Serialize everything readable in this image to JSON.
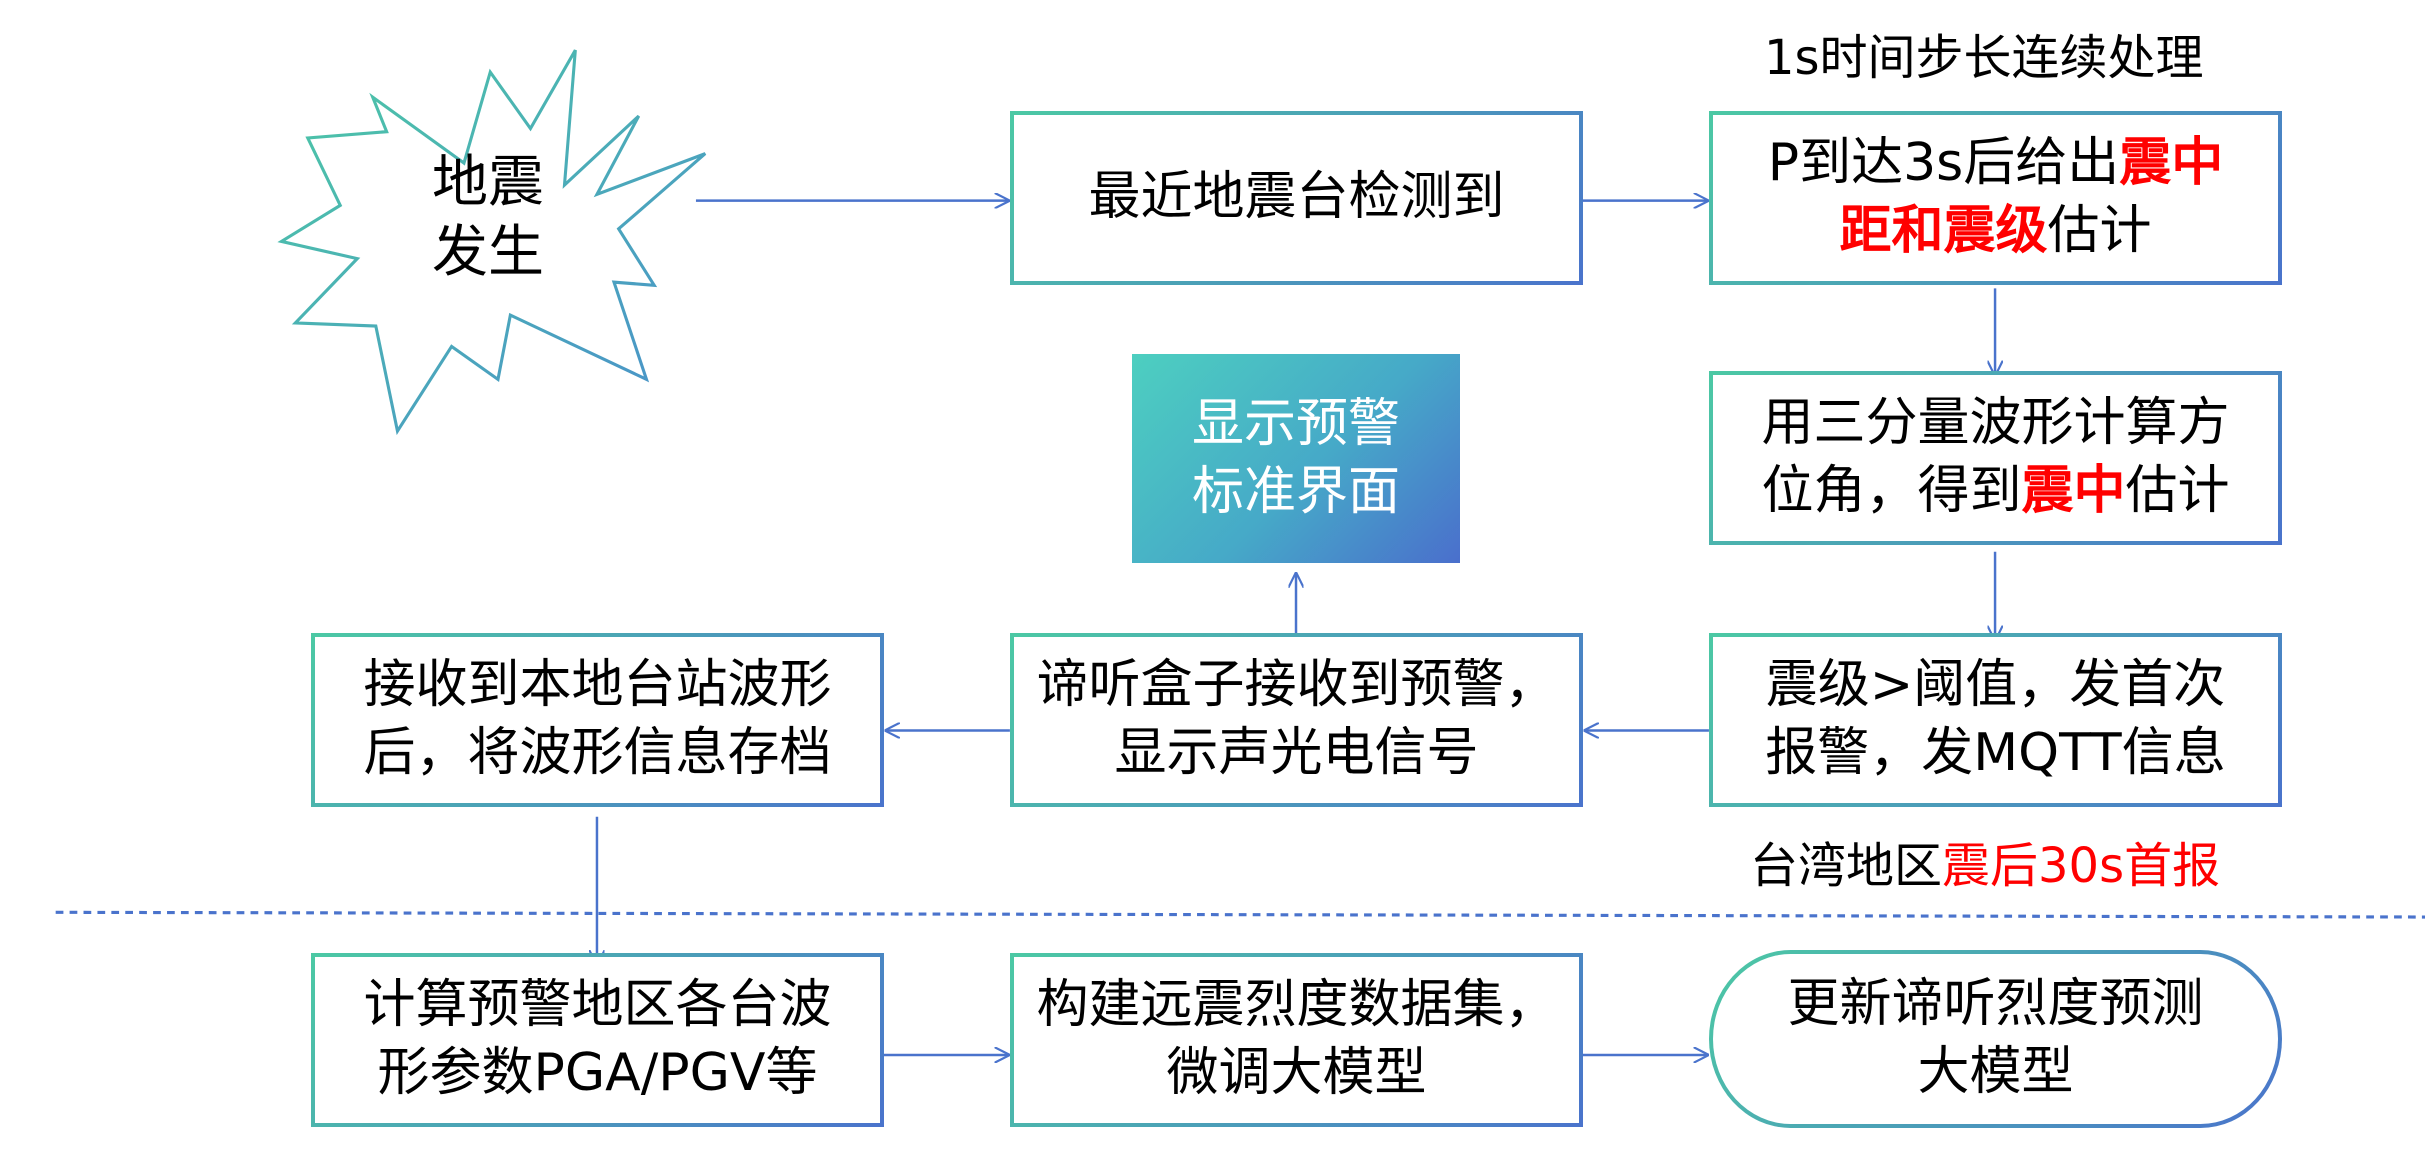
{
  "colors": {
    "border_gradient": [
      "#4cc9a4",
      "#4a73cc"
    ],
    "arrow": "#4a73cc",
    "highlight": "#ff0000",
    "teal_box": [
      "#4dcfc0",
      "#4a6fcc"
    ]
  },
  "annotations": {
    "top_right": "1s时间步长连续处理",
    "bottom_right_prefix": "台湾地区",
    "bottom_right_highlight": "震后30s首报"
  },
  "nodes": {
    "earthquake": {
      "line1": "地震",
      "line2": "发生"
    },
    "detect": {
      "text": "最近地震台检测到"
    },
    "estimate": {
      "line1_plain": "P到达3s后给出",
      "line1_red": "震中",
      "line2_red": "距和震级",
      "line2_plain": "估计"
    },
    "azimuth": {
      "line1": "用三分量波形计算方",
      "line2_plain": "位角，得到",
      "line2_red": "震中",
      "line2_tail": "估计"
    },
    "display": {
      "line1": "显示预警",
      "line2": "标准界面"
    },
    "alarm": {
      "line1": "震级>阈值，发首次",
      "line2": "报警，发MQTT信息"
    },
    "box_receive": {
      "line1": "谛听盒子接收到预警，",
      "line2": "显示声光电信号"
    },
    "archive": {
      "line1": "接收到本地台站波形",
      "line2": "后，将波形信息存档"
    },
    "compute": {
      "line1": "计算预警地区各台波",
      "line2": "形参数PGA/PGV等"
    },
    "dataset": {
      "line1": "构建远震烈度数据集，",
      "line2": "微调大模型"
    },
    "update": {
      "line1": "更新谛听烈度预测",
      "line2": "大模型"
    }
  }
}
